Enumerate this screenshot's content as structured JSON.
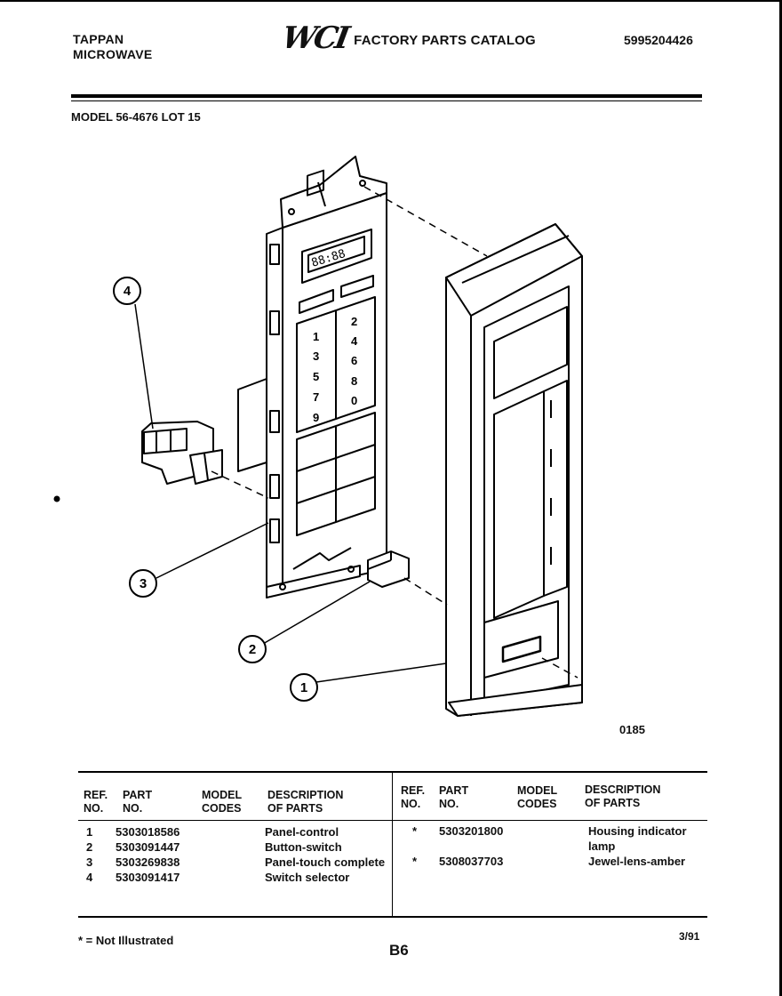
{
  "header": {
    "brand_line1": "TAPPAN",
    "brand_line2": "MICROWAVE",
    "logo": "WCI",
    "catalog_title": "FACTORY PARTS CATALOG",
    "catalog_number": "5995204426"
  },
  "model": "MODEL 56-4676 LOT 15",
  "diagram": {
    "callouts": [
      "1",
      "2",
      "3",
      "4"
    ],
    "keypad_numbers": [
      "1",
      "2",
      "3",
      "4",
      "5",
      "6",
      "7",
      "8",
      "9",
      "0"
    ],
    "figure_code": "0185"
  },
  "table": {
    "left_headers": {
      "ref": [
        "REF.",
        "NO."
      ],
      "part": [
        "PART",
        "NO."
      ],
      "model": [
        "MODEL",
        "CODES"
      ],
      "desc": [
        "DESCRIPTION",
        "OF PARTS"
      ]
    },
    "right_headers": {
      "ref": [
        "REF.",
        "NO."
      ],
      "part": [
        "PART",
        "NO."
      ],
      "model": [
        "MODEL",
        "CODES"
      ],
      "desc": [
        "DESCRIPTION",
        "OF PARTS"
      ]
    },
    "left_rows": [
      {
        "ref": "1",
        "part": "5303018586",
        "desc": "Panel-control"
      },
      {
        "ref": "2",
        "part": "5303091447",
        "desc": "Button-switch"
      },
      {
        "ref": "3",
        "part": "5303269838",
        "desc": "Panel-touch complete"
      },
      {
        "ref": "4",
        "part": "5303091417",
        "desc": "Switch selector"
      }
    ],
    "right_rows": [
      {
        "ref": "*",
        "part": "5303201800",
        "desc_line1": "Housing indicator",
        "desc_line2": "lamp"
      },
      {
        "ref": "*",
        "part": "5308037703",
        "desc_line1": "Jewel-lens-amber",
        "desc_line2": ""
      }
    ]
  },
  "footer": {
    "note": "* = Not Illustrated",
    "page": "B6",
    "date": "3/91"
  }
}
